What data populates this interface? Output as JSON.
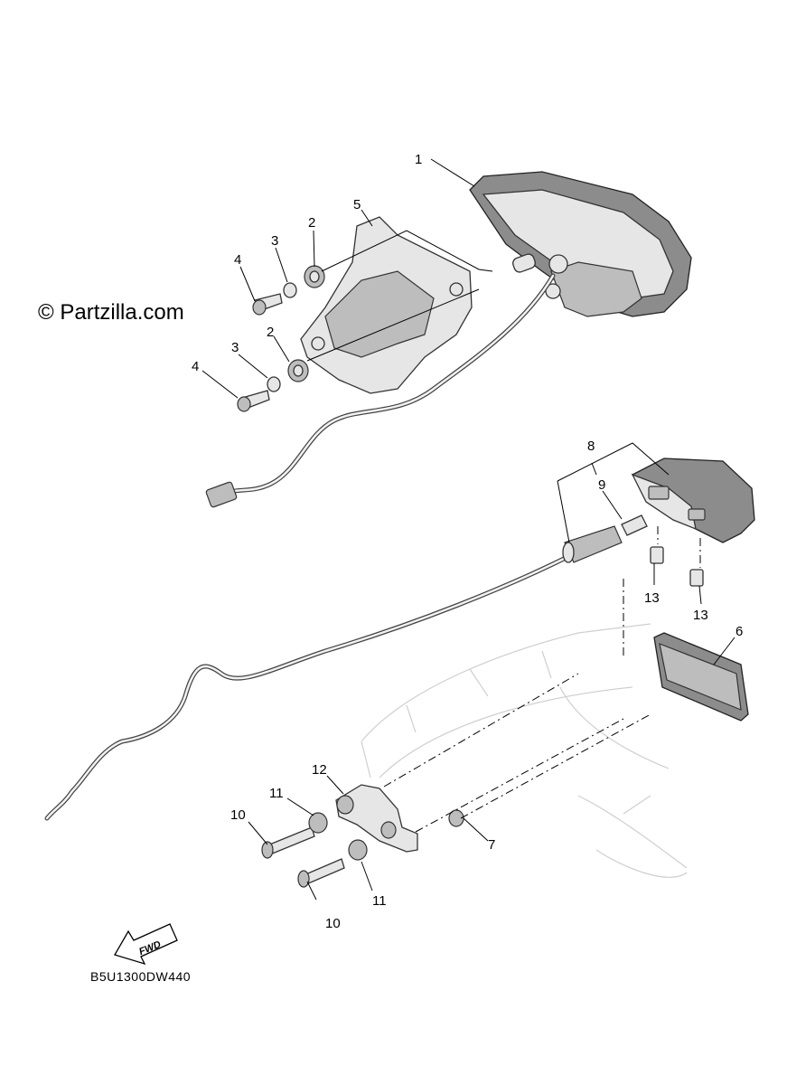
{
  "watermark": "© Partzilla.com",
  "diagram_code": "B5U1300DW440",
  "fwd_label": "FWD",
  "callouts": [
    "1",
    "2",
    "2",
    "3",
    "3",
    "4",
    "4",
    "5",
    "6",
    "7",
    "8",
    "9",
    "10",
    "10",
    "11",
    "11",
    "12",
    "13",
    "13"
  ]
}
